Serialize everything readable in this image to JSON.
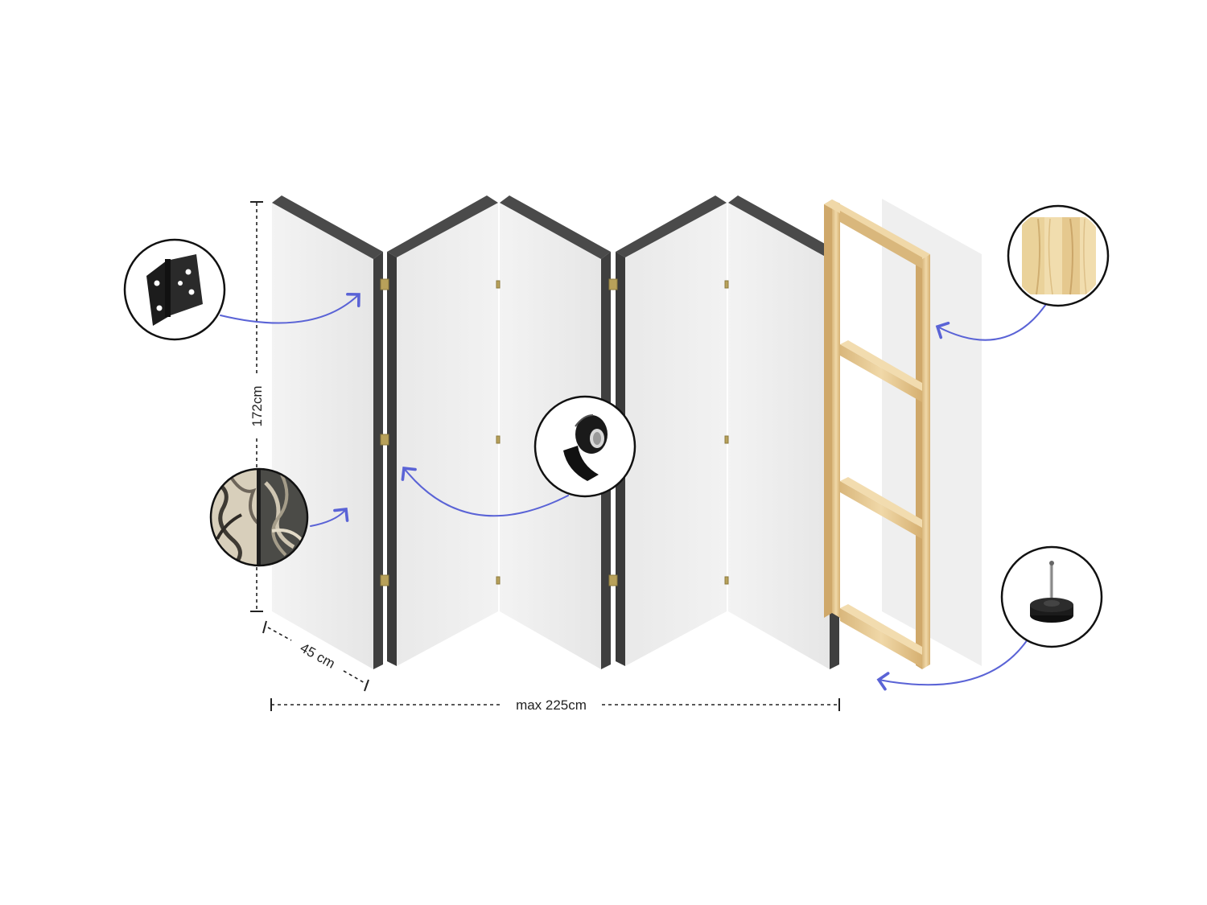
{
  "dimensions": {
    "height_label": "172cm",
    "depth_label": "45 cm",
    "width_label": "max 225cm"
  },
  "callouts": [
    {
      "name": "hinge-callout",
      "icon": "hinge-icon"
    },
    {
      "name": "print-callout",
      "icon": "printed-canvas-icon"
    },
    {
      "name": "tape-callout",
      "icon": "edge-tape-icon"
    },
    {
      "name": "wood-callout",
      "icon": "pine-wood-icon"
    },
    {
      "name": "foot-callout",
      "icon": "furniture-glide-icon"
    }
  ],
  "colors": {
    "panel_face": "#ececec",
    "panel_edge": "#4a4a4a",
    "wood": "#e3c48f",
    "arrow": "#5a63d6",
    "hinge": "#b8a15a",
    "dim_line": "#222222"
  }
}
